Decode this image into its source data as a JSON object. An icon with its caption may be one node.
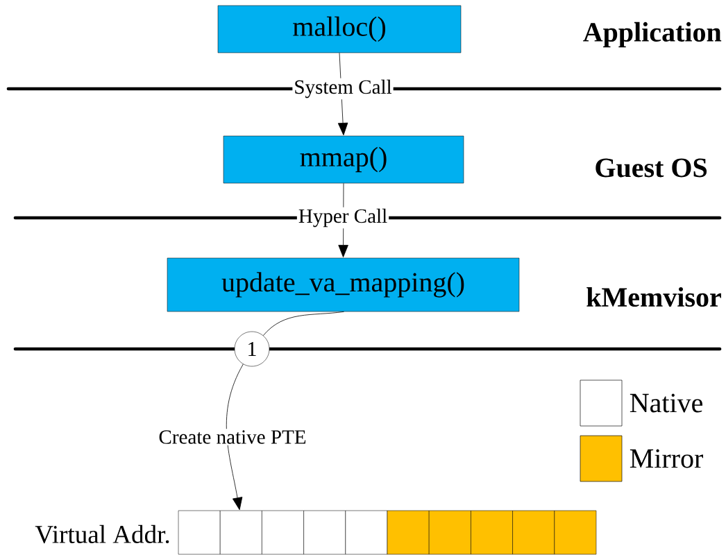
{
  "diagram": {
    "nodes": [
      {
        "text": [
          "malloc()"
        ]
      },
      {
        "text": [
          "mmap()"
        ]
      },
      {
        "text": [
          "update_va_mapping()"
        ]
      },
      {
        "text": [
          "1"
        ]
      },
      {
        "text": [],
        "shape": "box"
      },
      {
        "text": [],
        "shape": "box"
      },
      {
        "text": [],
        "shape": "box"
      },
      {
        "text": [],
        "shape": "box"
      },
      {
        "text": [],
        "shape": "box"
      },
      {
        "text": [],
        "shape": "box"
      },
      {
        "text": [],
        "shape": "box"
      },
      {
        "text": [],
        "shape": "box"
      },
      {
        "text": [],
        "shape": "box"
      },
      {
        "text": [],
        "shape": "box"
      }
    ],
    "edges": [
      {
        "from": 0,
        "to": 1,
        "arrow": "to",
        "label": "System Call"
      },
      {
        "from": 1,
        "to": 2,
        "arrow": "to",
        "label": "Hyper Call"
      },
      {
        "from": 2,
        "to": 3,
        "arrow": "none"
      },
      {
        "from": 3,
        "to": 5,
        "arrow": "to",
        "label": "Create native PTE"
      }
    ],
    "labels": [
      "Application",
      "Guest OS",
      "kMemvisor",
      "Virtual Addr."
    ],
    "legend": [
      {
        "text": "Native"
      },
      {
        "text": "Mirror",
        "color": "#ffc000"
      }
    ]
  }
}
